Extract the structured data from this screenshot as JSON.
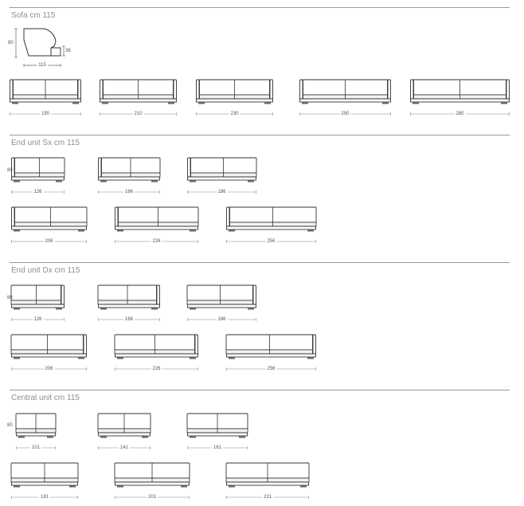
{
  "sections": [
    {
      "title": "Sofa cm 115",
      "side": {
        "depth": "115",
        "height": "80",
        "seat": "38"
      },
      "rows": [
        [
          {
            "type": "sofa",
            "width": "190"
          },
          {
            "type": "sofa",
            "width": "210"
          },
          {
            "type": "sofa",
            "width": "230"
          },
          {
            "type": "sofa",
            "width": "250"
          },
          {
            "type": "sofa",
            "width": "280"
          }
        ]
      ]
    },
    {
      "title": "End unit Sx cm 115",
      "height_label": "80",
      "rows": [
        [
          {
            "type": "end-sx",
            "width": "126"
          },
          {
            "type": "end-sx",
            "width": "166"
          },
          {
            "type": "end-sx",
            "width": "186"
          }
        ],
        [
          {
            "type": "end-sx",
            "width": "206"
          },
          {
            "type": "end-sx",
            "width": "226"
          },
          {
            "type": "end-sx",
            "width": "256"
          }
        ]
      ]
    },
    {
      "title": "End unit Dx cm 115",
      "height_label": "80",
      "rows": [
        [
          {
            "type": "end-dx",
            "width": "126"
          },
          {
            "type": "end-dx",
            "width": "166"
          },
          {
            "type": "end-dx",
            "width": "186"
          }
        ],
        [
          {
            "type": "end-dx",
            "width": "206"
          },
          {
            "type": "end-dx",
            "width": "226"
          },
          {
            "type": "end-dx",
            "width": "256"
          }
        ]
      ]
    },
    {
      "title": "Central unit cm 115",
      "height_label": "80",
      "rows": [
        [
          {
            "type": "central",
            "width": "101"
          },
          {
            "type": "central",
            "width": "141"
          },
          {
            "type": "central",
            "width": "161"
          }
        ],
        [
          {
            "type": "central",
            "width": "181"
          },
          {
            "type": "central",
            "width": "201"
          },
          {
            "type": "central",
            "width": "231"
          }
        ]
      ]
    }
  ]
}
